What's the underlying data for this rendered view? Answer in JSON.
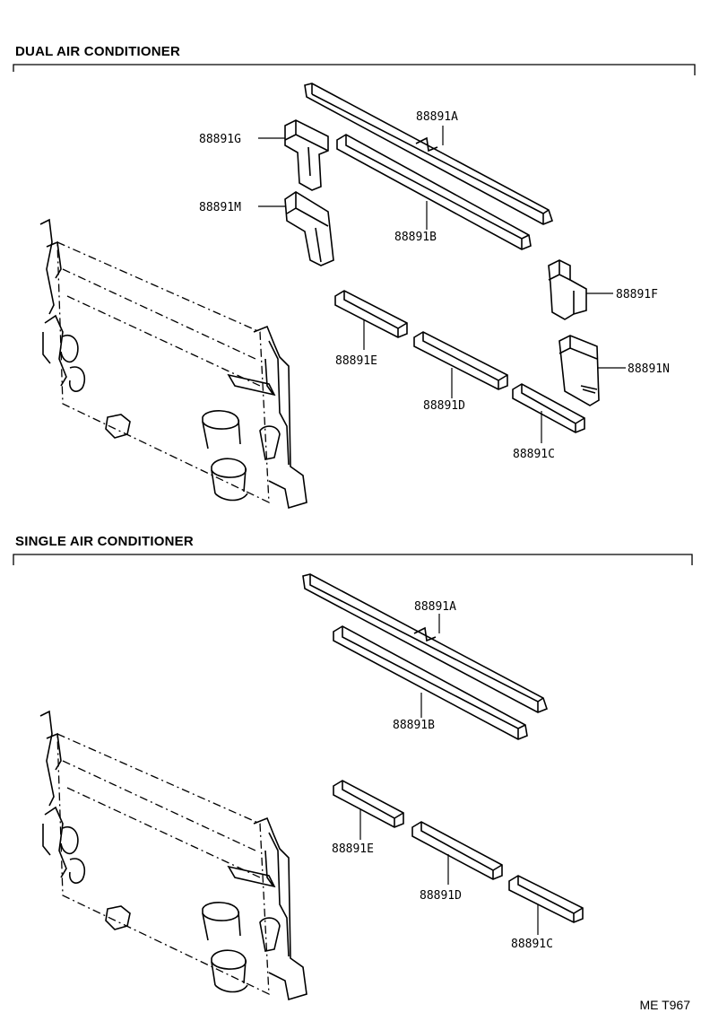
{
  "sections": {
    "dual": {
      "title": "DUAL AIR CONDITIONER",
      "parts": {
        "A": "88891A",
        "G": "88891G",
        "M": "88891M",
        "B": "88891B",
        "F": "88891F",
        "E": "88891E",
        "N": "88891N",
        "D": "88891D",
        "C": "88891C"
      }
    },
    "single": {
      "title": "SINGLE AIR CONDITIONER",
      "parts": {
        "A": "88891A",
        "B": "88891B",
        "E": "88891E",
        "D": "88891D",
        "C": "88891C"
      }
    }
  },
  "diagram_code": "ME T967"
}
